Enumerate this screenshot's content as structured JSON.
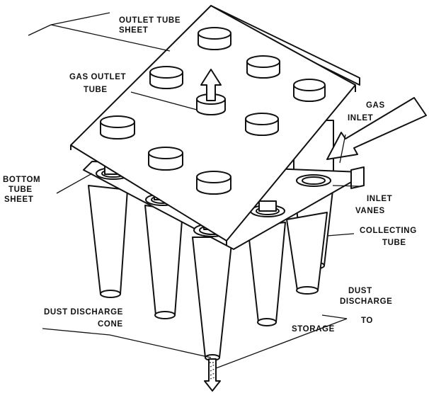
{
  "labels": {
    "outlet_tube_sheet": [
      "OUTLET TUBE",
      "SHEET"
    ],
    "gas_outlet_tube": [
      "GAS OUTLET",
      "TUBE"
    ],
    "gas_inlet": [
      "GAS",
      "INLET"
    ],
    "bottom_tube_sheet": [
      "BOTTOM",
      "TUBE",
      "SHEET"
    ],
    "inlet_vanes": [
      "INLET",
      "VANES"
    ],
    "collecting_tube": [
      "COLLECTING",
      "TUBE"
    ],
    "dust_discharge_cone": [
      "DUST DISCHARGE",
      "CONE"
    ],
    "dust_discharge_storage": [
      "DUST",
      "DISCHARGE",
      "TO",
      "STORAGE"
    ]
  }
}
